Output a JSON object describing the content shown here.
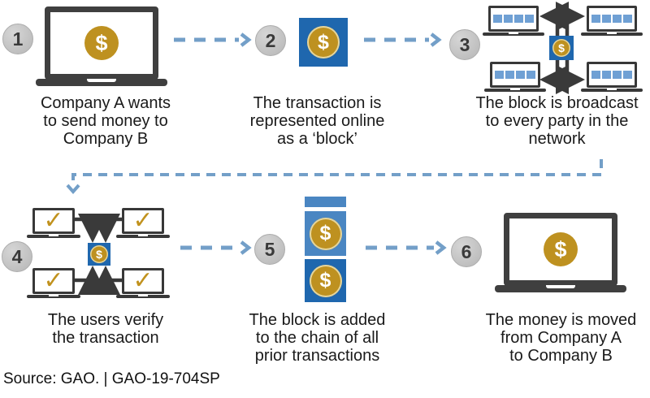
{
  "steps": [
    {
      "number": "1",
      "caption": "Company A wants\nto send money to\nCompany B",
      "icon": "laptop-dollar"
    },
    {
      "number": "2",
      "caption": "The transaction is\nrepresented online\nas a ‘block’",
      "icon": "block-dollar"
    },
    {
      "number": "3",
      "caption": "The block is broadcast\nto every party in the\nnetwork",
      "icon": "network-broadcast"
    },
    {
      "number": "4",
      "caption": "The users verify\nthe transaction",
      "icon": "network-verify"
    },
    {
      "number": "5",
      "caption": "The block is added\nto the chain of all\nprior transactions",
      "icon": "blockchain-stack"
    },
    {
      "number": "6",
      "caption": "The money is moved\nfrom Company A\nto Company B",
      "icon": "laptop-dollar"
    }
  ],
  "glyphs": {
    "dollar": "$",
    "check": "✓"
  },
  "source_line": "Source: GAO.  |  GAO-19-704SP",
  "colors": {
    "block_blue": "#1f67ae",
    "light_block_blue": "#4a86c2",
    "coin_gold": "#be9120",
    "check_gold": "#c1921e",
    "mini_square_blue": "#6fa0d4",
    "dashed_arrow_blue": "#739fc8",
    "dark_gray": "#3a3a3a",
    "circle_gray": "#bfbfbf"
  }
}
